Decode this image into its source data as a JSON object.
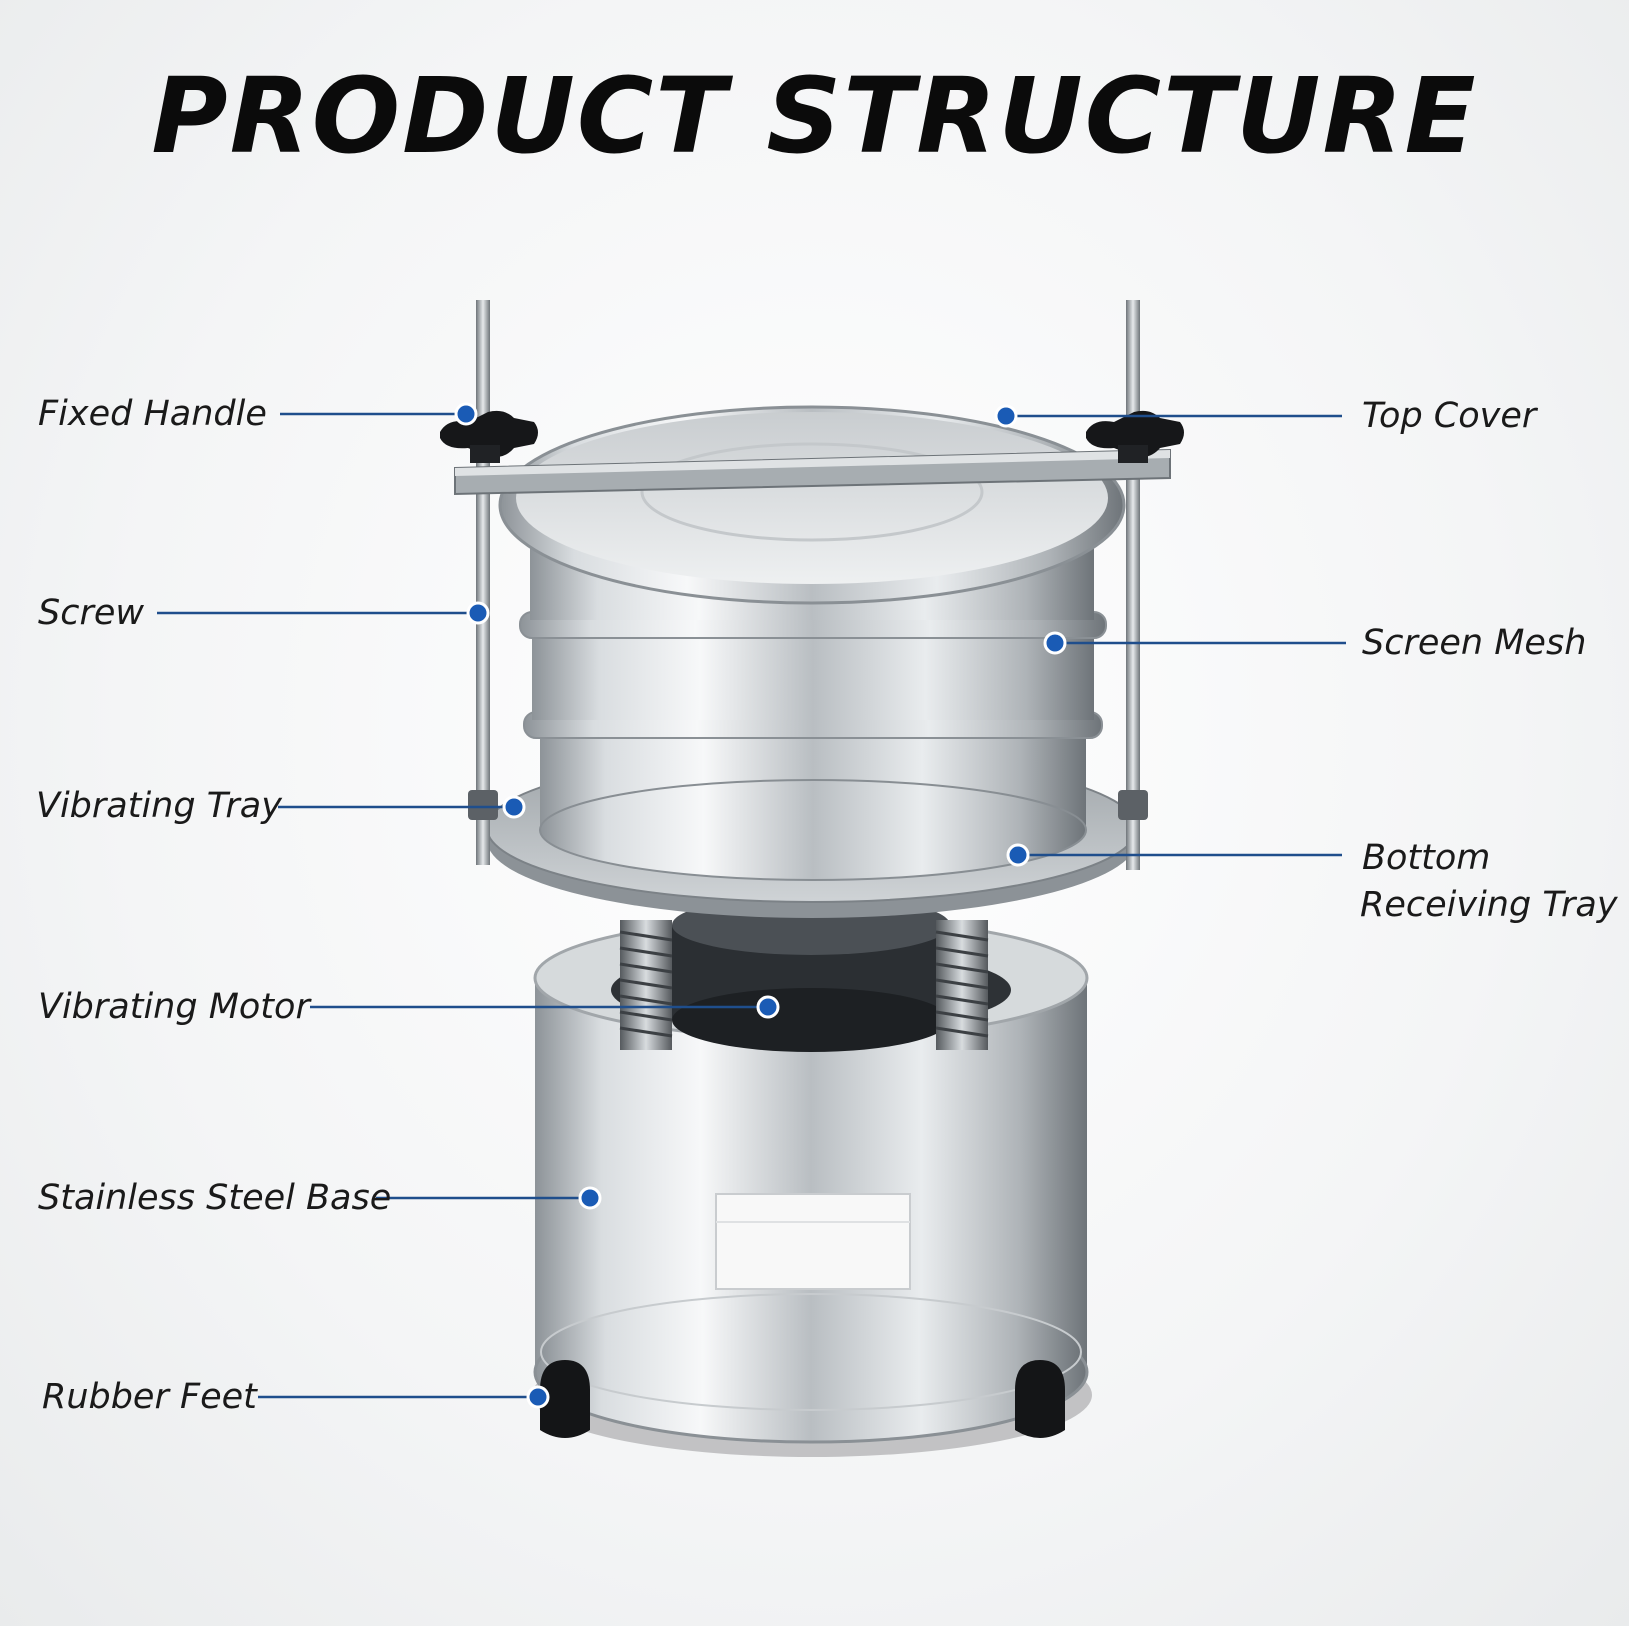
{
  "title": "PRODUCT STRUCTURE",
  "colors": {
    "leader": "#1f4e8c",
    "dot": "#1a5bb5",
    "dot_ring": "#ffffff"
  },
  "labels": {
    "fixed_handle": "Fixed Handle",
    "top_cover": "Top Cover",
    "screw": "Screw",
    "screen_mesh": "Screen Mesh",
    "vibrating_tray": "Vibrating Tray",
    "bottom_receiving_tray_line1": "Bottom",
    "bottom_receiving_tray_line2": "Receiving Tray",
    "vibrating_motor": "Vibrating Motor",
    "stainless_steel_base": "Stainless Steel Base",
    "rubber_feet": "Rubber Feet"
  }
}
